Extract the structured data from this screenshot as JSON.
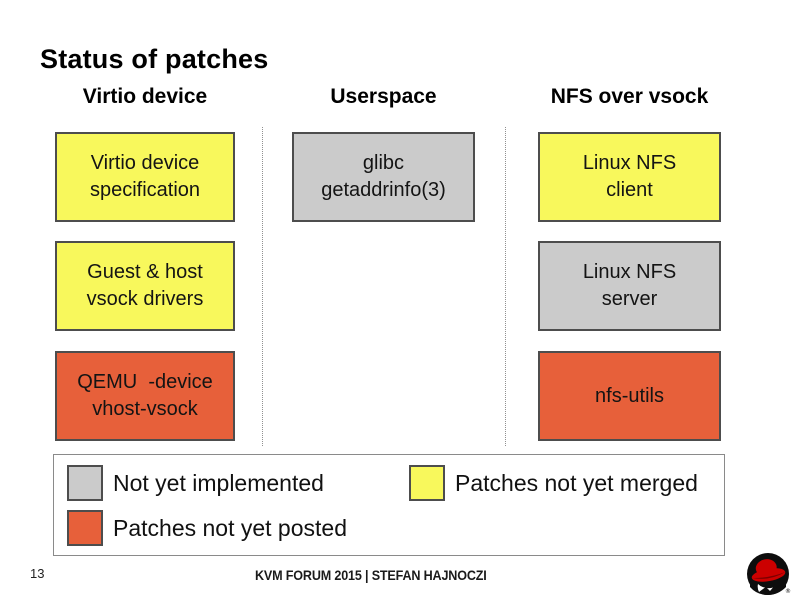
{
  "slide": {
    "title": "Status of patches",
    "page_number": "13",
    "footer": "KVM FORUM 2015 | STEFAN HAJNOCZI",
    "logo": "redhat-shadowman-logo"
  },
  "status_colors": {
    "not_implemented": "#CBCBCB",
    "patches_not_merged": "#F8F85C",
    "patches_not_posted": "#E7603A"
  },
  "columns": [
    {
      "header": "Virtio device",
      "boxes": [
        {
          "text": "Virtio device\nspecification",
          "status": "patches_not_merged"
        },
        {
          "text": "Guest & host\nvsock drivers",
          "status": "patches_not_merged"
        },
        {
          "text": "QEMU  -device\nvhost-vsock",
          "status": "patches_not_posted"
        }
      ]
    },
    {
      "header": "Userspace",
      "boxes": [
        {
          "text": "glibc\ngetaddrinfo(3)",
          "status": "not_implemented"
        }
      ]
    },
    {
      "header": "NFS over vsock",
      "boxes": [
        {
          "text": "Linux NFS\nclient",
          "status": "patches_not_merged"
        },
        {
          "text": "Linux NFS\nserver",
          "status": "not_implemented"
        },
        {
          "text": "nfs-utils",
          "status": "patches_not_posted"
        }
      ]
    }
  ],
  "legend": {
    "items": [
      {
        "label": "Not yet implemented",
        "status": "not_implemented"
      },
      {
        "label": "Patches not yet merged",
        "status": "patches_not_merged"
      },
      {
        "label": "Patches not yet posted",
        "status": "patches_not_posted"
      }
    ]
  }
}
